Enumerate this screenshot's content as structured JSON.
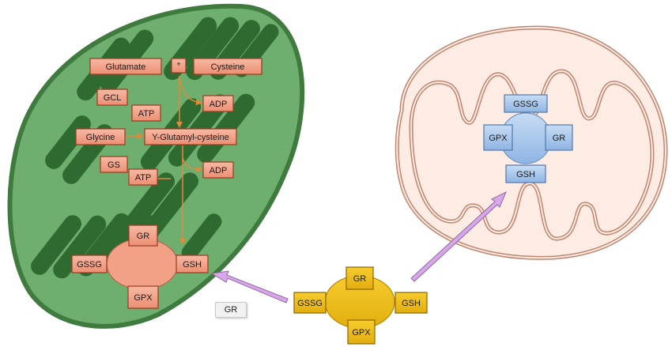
{
  "chloroplast": {
    "synthesis": {
      "glutamate": "Glutamate",
      "plus": "+",
      "cysteine": "Cysteine",
      "gcl": "GCL",
      "atp_1": "ATP",
      "adp_1": "ADP",
      "glycine": "Glycine",
      "gamma_glutamyl_cysteine": "Y-Glutamyl-cysteine",
      "gs": "GS",
      "atp_2": "ATP",
      "adp_2": "ADP"
    },
    "cycle": {
      "top": "GR",
      "left": "GSSG",
      "right": "GSH",
      "bottom": "GPX"
    }
  },
  "cytosol_cycle": {
    "top": "GR",
    "left": "GSSG",
    "right": "GSH",
    "bottom": "GPX"
  },
  "mitochondrion_cycle": {
    "top": "GSSG",
    "left": "GPX",
    "right": "GR",
    "bottom": "GSH"
  },
  "legend_label": "GR",
  "colors": {
    "chloroplast_fill": "#6eae6e",
    "chloroplast_border": "#3f7a3f",
    "thylakoid": "#2f6b30",
    "salmon_box": "#f2a187",
    "salmon_border": "#9b3b22",
    "gold": "#f5c518",
    "gold_box": "#e7b416",
    "blue": "#a9c8ec",
    "blue_box": "#9dbfe8",
    "mito_fill": "#fcece4",
    "mito_border": "#c2856f",
    "arrow_orange": "#e08a3c",
    "arrow_purple": "#d9a6ea"
  }
}
